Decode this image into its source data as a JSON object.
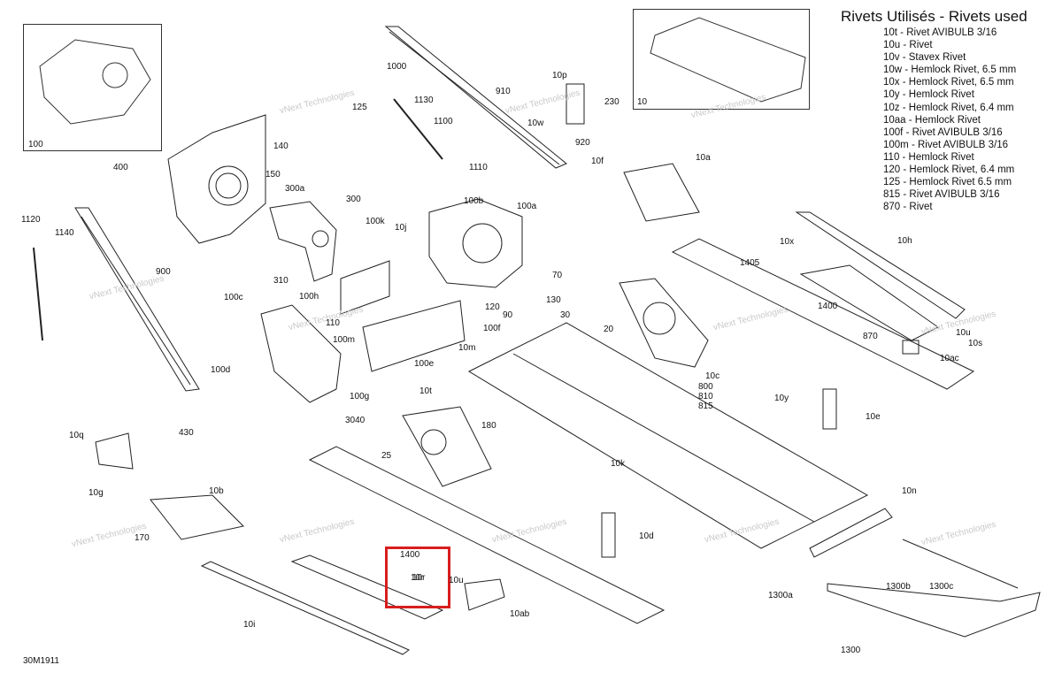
{
  "legend": {
    "title": "Rivets Utilisés - Rivets used",
    "items": [
      "10t - Rivet AVIBULB 3/16",
      "10u - Rivet",
      "10v - Stavex Rivet",
      "10w - Hemlock Rivet, 6.5 mm",
      "10x - Hemlock Rivet, 6.5 mm",
      "10y - Hemlock Rivet",
      "10z - Hemlock Rivet, 6.4 mm",
      "10aa - Hemlock Rivet",
      "100f - Rivet AVIBULB 3/16",
      "100m - Rivet AVIBULB 3/16",
      "110 - Hemlock Rivet",
      "120 - Hemlock Rivet, 6.4 mm",
      "125 - Hemlock Rivet 6.5 mm",
      "815 - Rivet AVIBULB 3/16",
      "870 - Rivet"
    ]
  },
  "diagram_code": "30M1911",
  "watermark": "vNext Technologies",
  "highlight": {
    "color": "#d81e1e",
    "labels": [
      "1400",
      "10r",
      "10u"
    ]
  },
  "callouts": [
    "100",
    "10",
    "1000",
    "1130",
    "1100",
    "1110",
    "125",
    "910",
    "10p",
    "230",
    "10w",
    "920",
    "10f",
    "10a",
    "400",
    "140",
    "150",
    "300a",
    "300",
    "100k",
    "10j",
    "100b",
    "100a",
    "70",
    "130",
    "90",
    "30",
    "1120",
    "1140",
    "900",
    "310",
    "100c",
    "100h",
    "110",
    "120",
    "100f",
    "100m",
    "100e",
    "10m",
    "20",
    "10c",
    "10t",
    "800",
    "810",
    "815",
    "1405",
    "1400",
    "870",
    "10u",
    "10s",
    "10ac",
    "10x",
    "10h",
    "10y",
    "10e",
    "100d",
    "100g",
    "10k",
    "10q",
    "430",
    "10g",
    "10b",
    "170",
    "3040",
    "25",
    "10n",
    "10d",
    "1300a",
    "1300b",
    "1300c",
    "1300",
    "10r",
    "10ab",
    "10i",
    "180"
  ]
}
